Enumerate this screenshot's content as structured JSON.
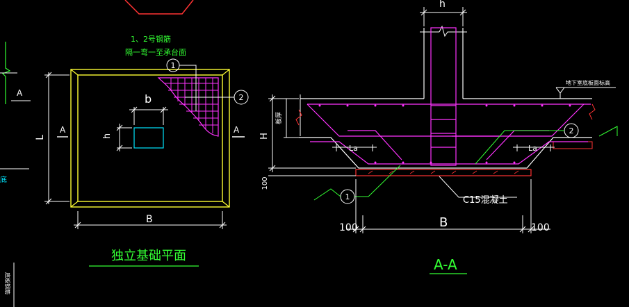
{
  "plan": {
    "title": "独立基础平面",
    "note_line1": "1、2号钢筋",
    "note_line2": "隔一弯一至承台面",
    "section_mark_left": "A",
    "section_mark_right": "A",
    "dim_b": "b",
    "dim_h": "h",
    "dim_L": "L",
    "dim_B": "B",
    "bubble_1": "1",
    "bubble_2": "2"
  },
  "section": {
    "title": "A-A",
    "dim_top_h": "h",
    "label_floor_level": "地下室底板面标高",
    "dim_H": "H",
    "dim_thickness": "板厚",
    "dim_100_vert": "100",
    "label_la_left": "La",
    "label_la_right": "La",
    "label_concrete": "C15混凝土",
    "dim_B": "B",
    "dim_100_left": "100",
    "dim_100_right": "100",
    "bubble_1": "1",
    "bubble_2": "2"
  },
  "fragments": {
    "left_A": "A",
    "left_cut_text": "底",
    "left_bottom_text": "底板钢筋"
  },
  "colors": {
    "background": "#000000",
    "outline": "#ffff33",
    "rebar": "#ff33ff",
    "green": "#33ff33",
    "cyan": "#00e5ff",
    "red": "#ff3333",
    "white": "#ffffff"
  }
}
